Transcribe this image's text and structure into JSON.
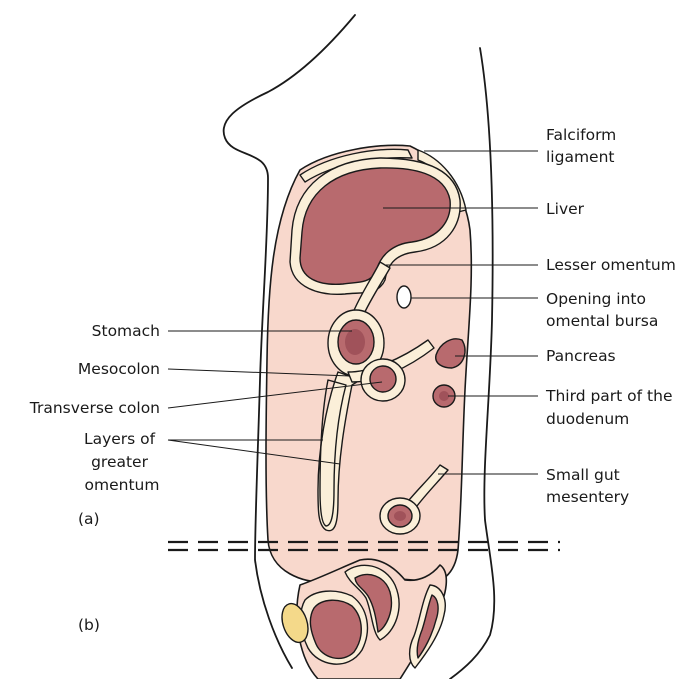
{
  "colors": {
    "peritoneal_cavity": "#f8d8cc",
    "membrane": "#fbefd9",
    "organ": "#b86a6e",
    "organ_dark": "#a0525a",
    "bladder": "#f4d98a",
    "line": "#1a1a1a"
  },
  "labels": {
    "falciform": [
      "Falciform",
      "ligament"
    ],
    "liver": "Liver",
    "lesser_omentum": "Lesser omentum",
    "opening": [
      "Opening into",
      "omental bursa"
    ],
    "stomach": "Stomach",
    "mesocolon": "Mesocolon",
    "transverse_colon": "Transverse colon",
    "pancreas": "Pancreas",
    "duodenum": [
      "Third part of the",
      "duodenum"
    ],
    "greater_omentum": [
      "Layers of",
      "greater",
      "omentum"
    ],
    "small_gut": [
      "Small gut",
      "mesentery"
    ],
    "panel_a": "(a)",
    "panel_b": "(b)"
  }
}
